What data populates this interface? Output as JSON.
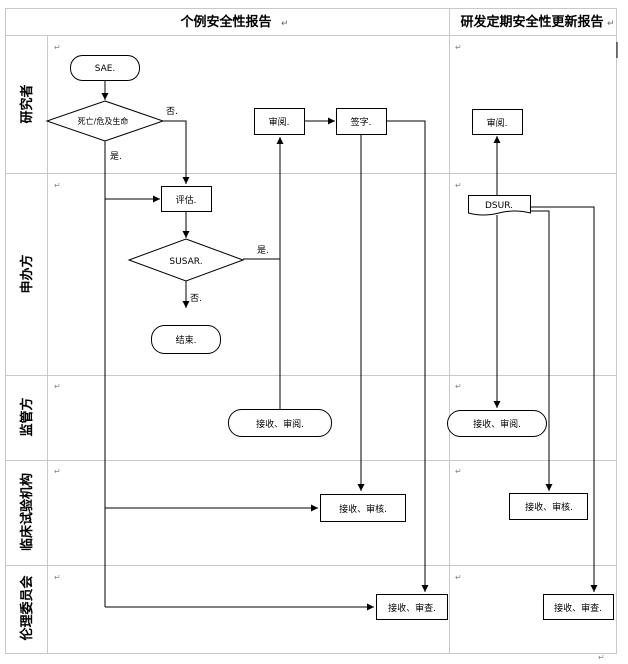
{
  "headers": {
    "icsr": "个例安全性报告",
    "dsur": "研发定期安全性更新报告"
  },
  "lanes": {
    "researcher": "研究者",
    "sponsor": "申办方",
    "regulator": "监管方",
    "site": "临床试验机构",
    "ethics": "伦理委员会"
  },
  "nodes": {
    "sae": "SAE.",
    "death_threat": "死亡/危及生命",
    "review_top": "审阅.",
    "sign": "签字.",
    "assess": "评估.",
    "susar": "SUSAR.",
    "end": "结束.",
    "receive_review_reg": "接收、审阅.",
    "receive_check_site": "接收、审核.",
    "receive_check_ethics": "接收、审查.",
    "dsur_review": "审阅.",
    "dsur_doc": "DSUR.",
    "dsur_receive_reg": "接收、审阅.",
    "dsur_receive_site": "接收、审核.",
    "dsur_receive_ethics": "接收、审查."
  },
  "edge_labels": {
    "no_1": "否.",
    "yes_1": "是.",
    "yes_2": "是.",
    "no_2": "否."
  },
  "colors": {
    "line": "#000000",
    "grid": "#c8c8c8"
  }
}
